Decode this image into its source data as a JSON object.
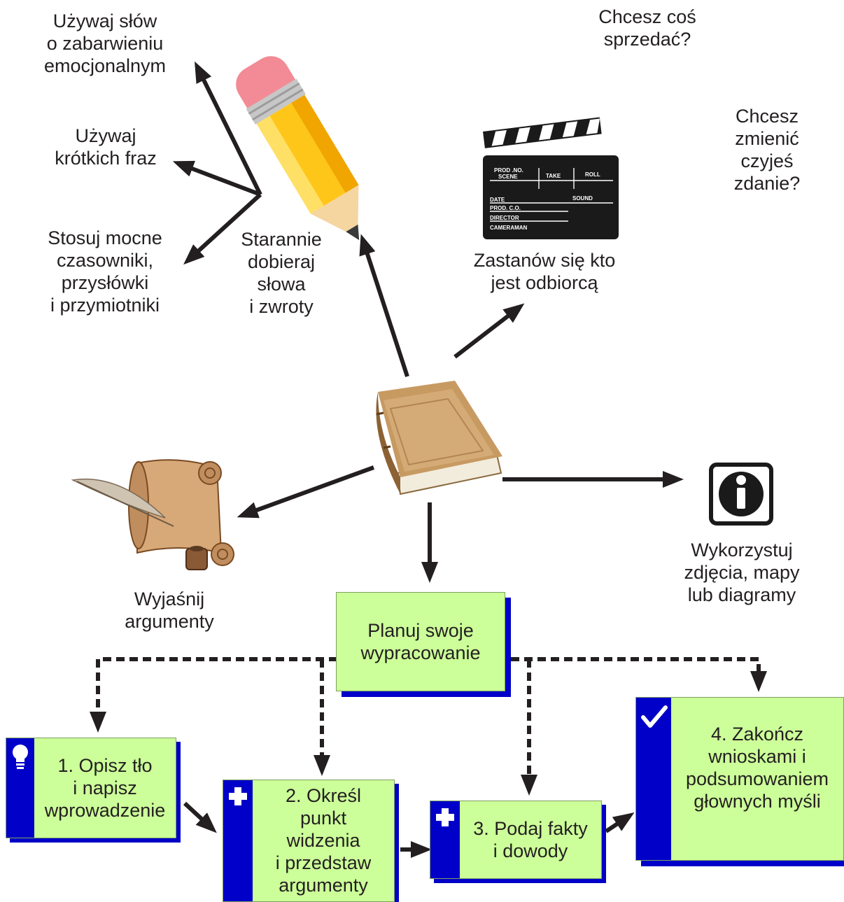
{
  "labels": {
    "emotional": [
      "Używaj słów",
      "o zabarwieniu",
      "emocjonalnym"
    ],
    "short": [
      "Używaj",
      "krótkich fraz"
    ],
    "strong": [
      "Stosuj mocne",
      "czasowniki,",
      "przysłówki",
      "i przymiotniki"
    ],
    "choose": [
      "Starannie",
      "dobieraj",
      "słowa",
      "i zwroty"
    ],
    "sell": [
      "Chcesz coś",
      "sprzedać?"
    ],
    "change": [
      "Chcesz",
      "zmienić",
      "czyjeś",
      "zdanie?"
    ],
    "audience": [
      "Zastanów się kto",
      "jest odbiorcą"
    ],
    "explain": [
      "Wyjaśnij",
      "argumenty"
    ],
    "media": [
      "Wykorzystuj",
      "zdjęcia, mapy",
      "lub diagramy"
    ]
  },
  "clapper": {
    "r1": [
      "PROD .NO.",
      "SCENE",
      "TAKE",
      "ROLL"
    ],
    "r2": [
      "DATE",
      "SOUND"
    ],
    "r3": [
      "PROD. C.O.",
      "DIRECTOR",
      "CAMERAMAN"
    ]
  },
  "boxes": {
    "plan": [
      "Planuj swoje",
      "wypracowanie"
    ],
    "step1": [
      "1. Opisz tło",
      "i napisz",
      "wprowadzenie"
    ],
    "step2": [
      "2. Określ",
      "punkt",
      "widzenia",
      "i przedstaw",
      "argumenty"
    ],
    "step3": [
      "3. Podaj fakty",
      "i dowody"
    ],
    "step4": [
      "4. Zakończ",
      "wnioskami i",
      "podsumowaniem",
      "głownych myśli"
    ]
  },
  "icons": {
    "step1": "lightbulb-icon",
    "step2": "plus-icon",
    "step3": "plus-icon",
    "step4": "checkmark-icon",
    "pencil": "pencil-icon",
    "clapper": "clapperboard-icon",
    "book": "book-icon",
    "scroll": "scroll-quill-icon",
    "info": "info-icon"
  },
  "colors": {
    "box_fill": "#ccff99",
    "box_accent": "#0000c8",
    "arrow": "#231f20"
  }
}
